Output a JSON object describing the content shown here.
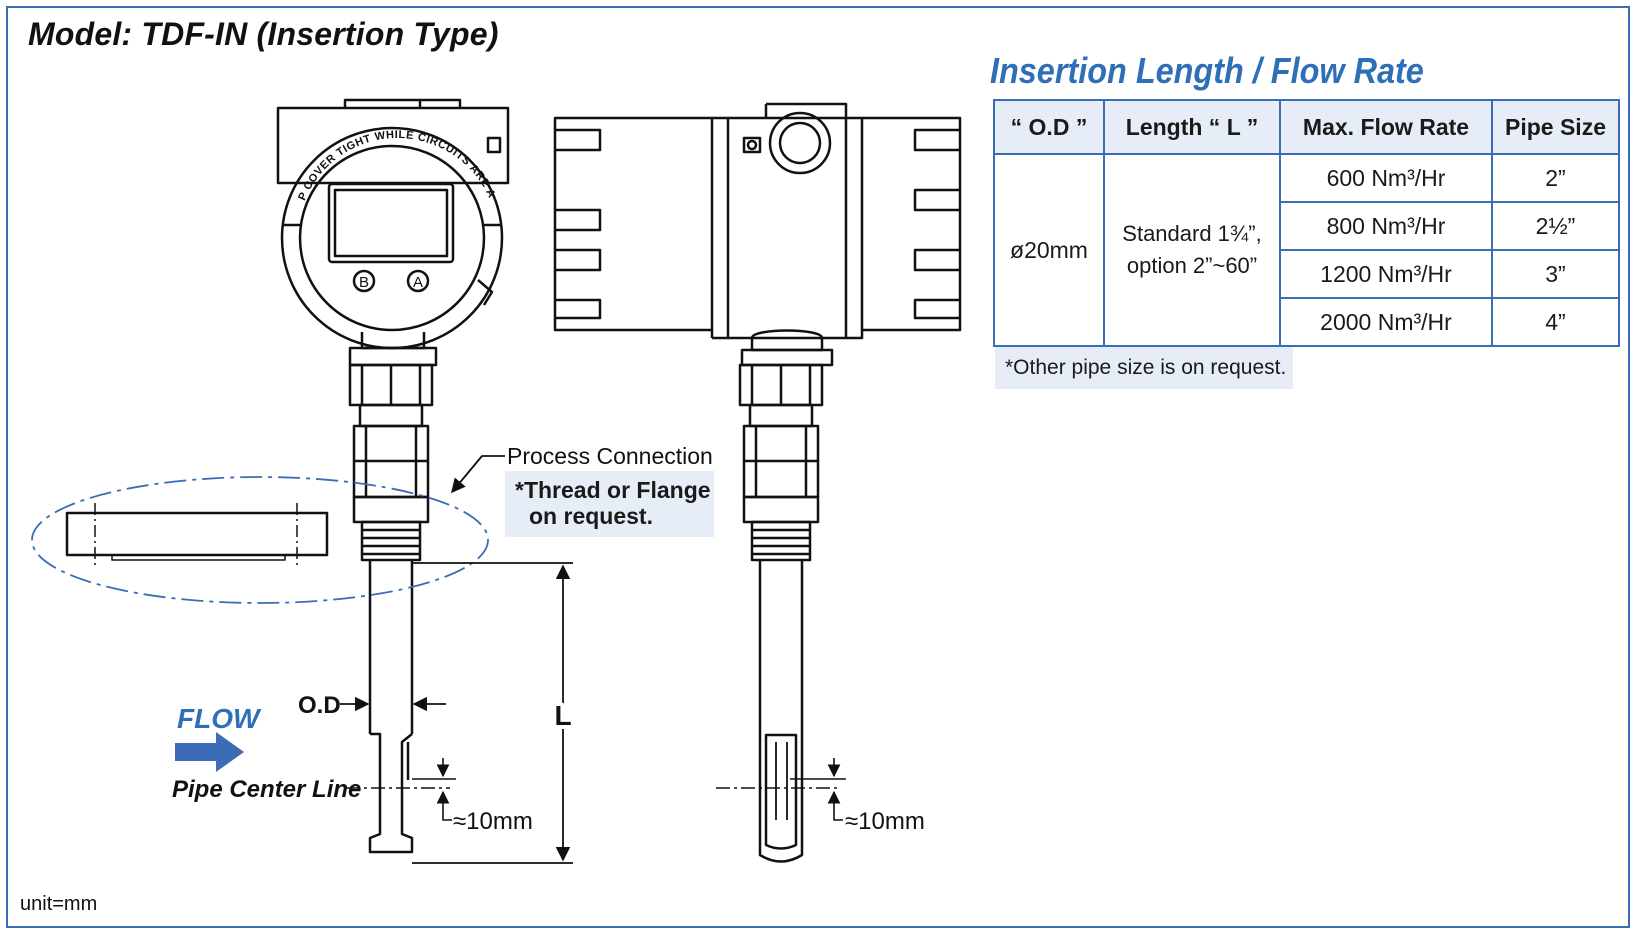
{
  "model_title": "Model: TDF-IN (Insertion Type)",
  "table": {
    "title": "Insertion Length / Flow Rate",
    "headers": [
      "“ O.D ”",
      "Length “ L ”",
      "Max. Flow Rate",
      "Pipe Size"
    ],
    "od": "ø20mm",
    "length_line1": "Standard 1¾”,",
    "length_line2": "option 2”~60”",
    "rows": [
      {
        "flow": "600 Nm³/Hr",
        "pipe": "2”"
      },
      {
        "flow": "800 Nm³/Hr",
        "pipe": "2½”"
      },
      {
        "flow": "1200 Nm³/Hr",
        "pipe": "3”"
      },
      {
        "flow": "2000 Nm³/Hr",
        "pipe": "4”"
      }
    ],
    "note": "*Other pipe size is on request."
  },
  "drawing": {
    "cover_warning": "KEEP COVER TIGHT WHILE CIRCUITS ARE ALIVE",
    "button_b": "B",
    "button_a": "A",
    "process_connection": "Process Connection",
    "callout_line1": "*Thread or Flange",
    "callout_line2": "on request.",
    "od_label": "O.D",
    "length_label": "L",
    "flow_label": "FLOW",
    "pipe_center_line": "Pipe Center Line",
    "offset_left": "≈10mm",
    "offset_right": "≈10mm"
  },
  "unit_note": "unit=mm",
  "colors": {
    "accent": "#3a6db5",
    "title_blue": "#2f6fb8",
    "panel_bg": "#e6edf7"
  }
}
